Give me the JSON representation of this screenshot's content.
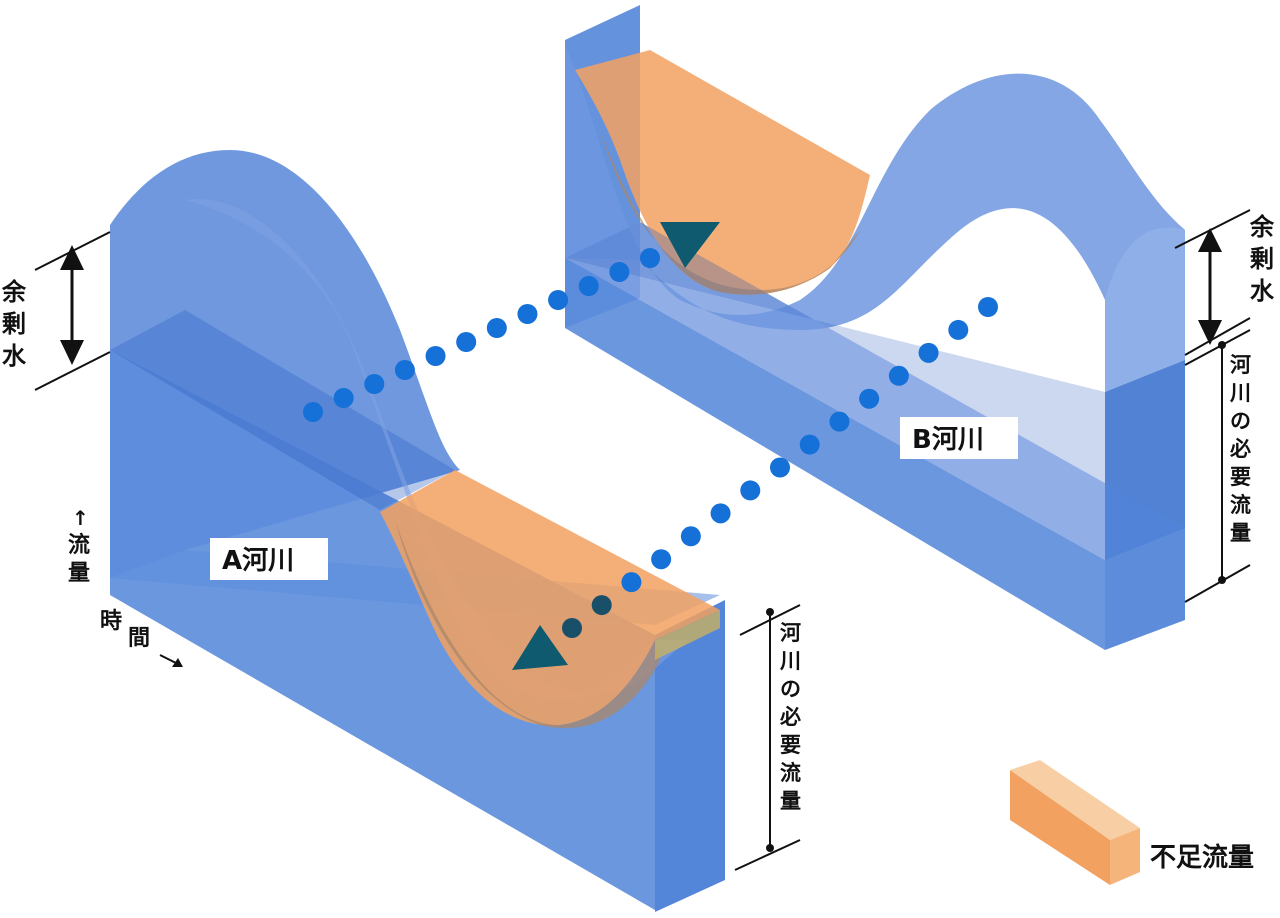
{
  "river_a": {
    "label": "A河川"
  },
  "river_b": {
    "label": "B河川"
  },
  "surplus_left": [
    "余",
    "剰",
    "水"
  ],
  "surplus_right": [
    "余",
    "剰",
    "水"
  ],
  "required_a": [
    "河",
    "川",
    "の",
    "必",
    "要",
    "流",
    "量"
  ],
  "required_b": [
    "河",
    "川",
    "の",
    "必",
    "要",
    "流",
    "量"
  ],
  "axis_flow": [
    "↑",
    "流",
    "量"
  ],
  "axis_time": [
    "時",
    "間"
  ],
  "legend": {
    "shortage": "不足流量"
  },
  "colors": {
    "water": "#4a7fd6",
    "water_light": "#8fb0e8",
    "water_dark": "#2f62c4",
    "shortage": "#f2a160",
    "shortage_dark": "#a9876a",
    "dot": "#1570d8",
    "dot_dark": "#1a4f6a",
    "arrow": "#0f5a6e"
  }
}
